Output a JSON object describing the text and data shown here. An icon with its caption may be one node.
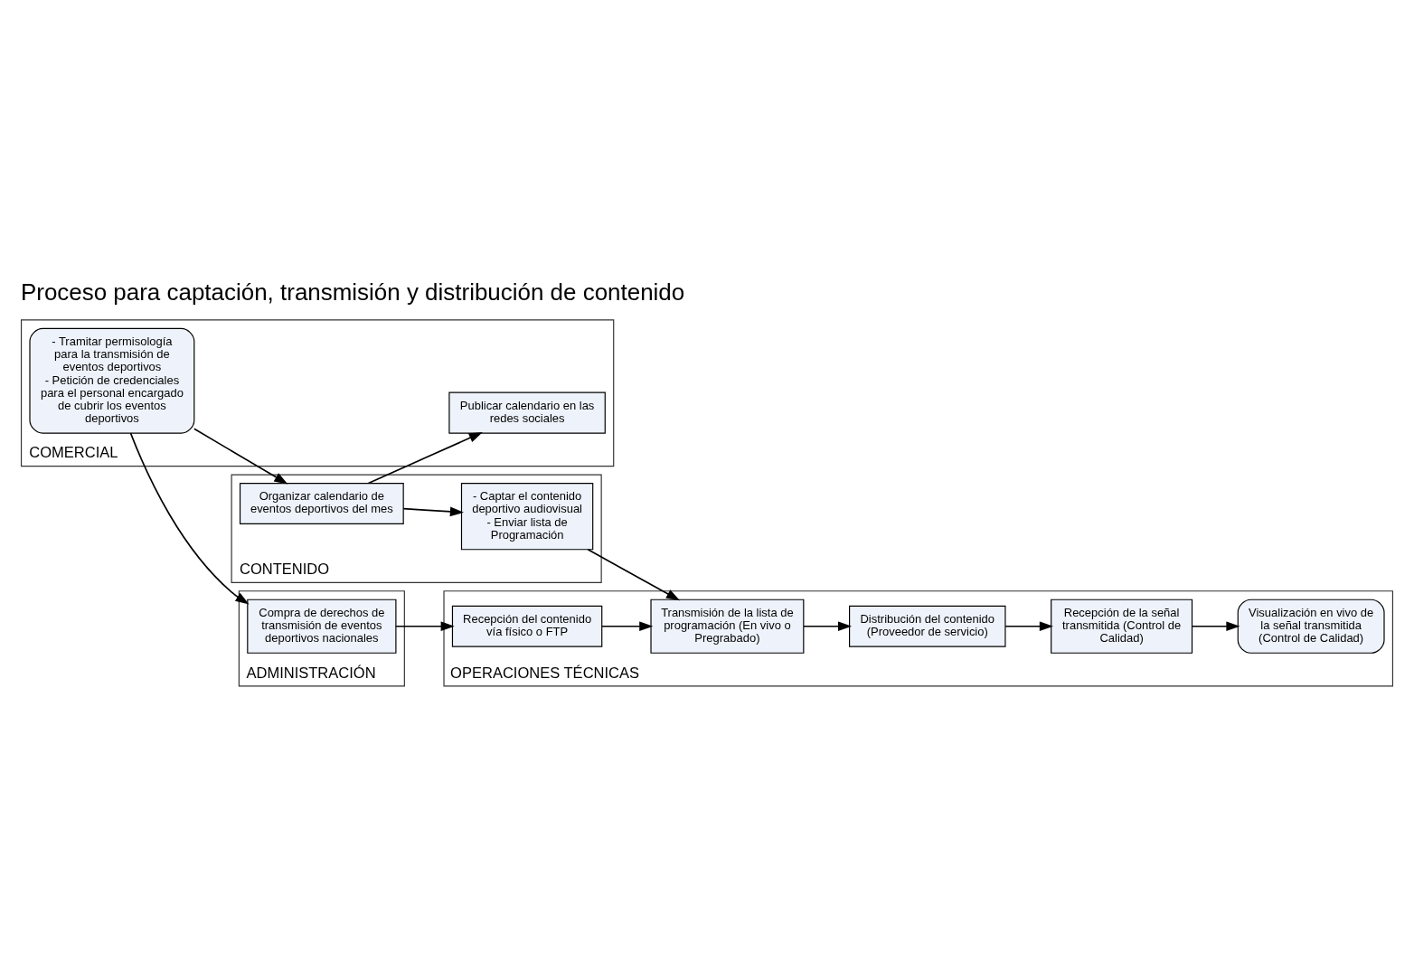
{
  "diagram": {
    "title": "Proceso para captación, transmisión y distribución de contenido",
    "nodes": [
      {
        "text": [
          "COMERCIAL"
        ]
      },
      {
        "text": [
          "- Tramitar permisología para la transmisión de eventos deportivos",
          "- Petición de credenciales para el personal encargado de cubrir los eventos deportivos"
        ],
        "in": 0
      },
      {
        "text": [
          "Publicar calendario en las redes sociales"
        ],
        "in": 0
      },
      {
        "text": [
          "CONTENIDO"
        ]
      },
      {
        "text": [
          "Organizar calendario de eventos deportivos del mes"
        ],
        "in": 3
      },
      {
        "text": [
          "- Captar el contenido deportivo audiovisual",
          "- Enviar lista de Programación"
        ],
        "in": 3
      },
      {
        "text": [
          "OPERACIONES TÉCNICAS"
        ]
      },
      {
        "text": [
          "Recepción del contenido vía físico o FTP"
        ],
        "in": 6
      },
      {
        "text": [
          "Transmisión de la lista de programación (En vivo o Pregrabado)"
        ],
        "in": 6
      },
      {
        "text": [
          "Distribución del contenido (Proveedor de servicio)"
        ],
        "in": 6
      },
      {
        "text": [
          "Recepción de la señal transmitida (Control de Calidad)"
        ],
        "in": 6
      },
      {
        "text": [
          "Visualización en vivo de la señal transmitida (Control de Calidad)"
        ],
        "in": 6
      },
      {
        "text": [
          "ADMINISTRACIÓN"
        ]
      },
      {
        "text": [
          "Compra de derechos de transmisión de eventos deportivos nacionales"
        ],
        "in": 12
      }
    ],
    "edges": [
      {
        "from": 1,
        "to": 4,
        "arrow": "to"
      },
      {
        "from": 4,
        "to": 2,
        "arrow": "to"
      },
      {
        "from": 4,
        "to": 5,
        "arrow": "to"
      },
      {
        "from": 5,
        "to": 8,
        "arrow": "to"
      },
      {
        "from": 1,
        "to": 13,
        "arrow": "to"
      },
      {
        "from": 13,
        "to": 7,
        "arrow": "to"
      },
      {
        "from": 7,
        "to": 8,
        "arrow": "to"
      },
      {
        "from": 8,
        "to": 9,
        "arrow": "to"
      },
      {
        "from": 9,
        "to": 10,
        "arrow": "to"
      },
      {
        "from": 10,
        "to": 11,
        "arrow": "to"
      }
    ]
  }
}
